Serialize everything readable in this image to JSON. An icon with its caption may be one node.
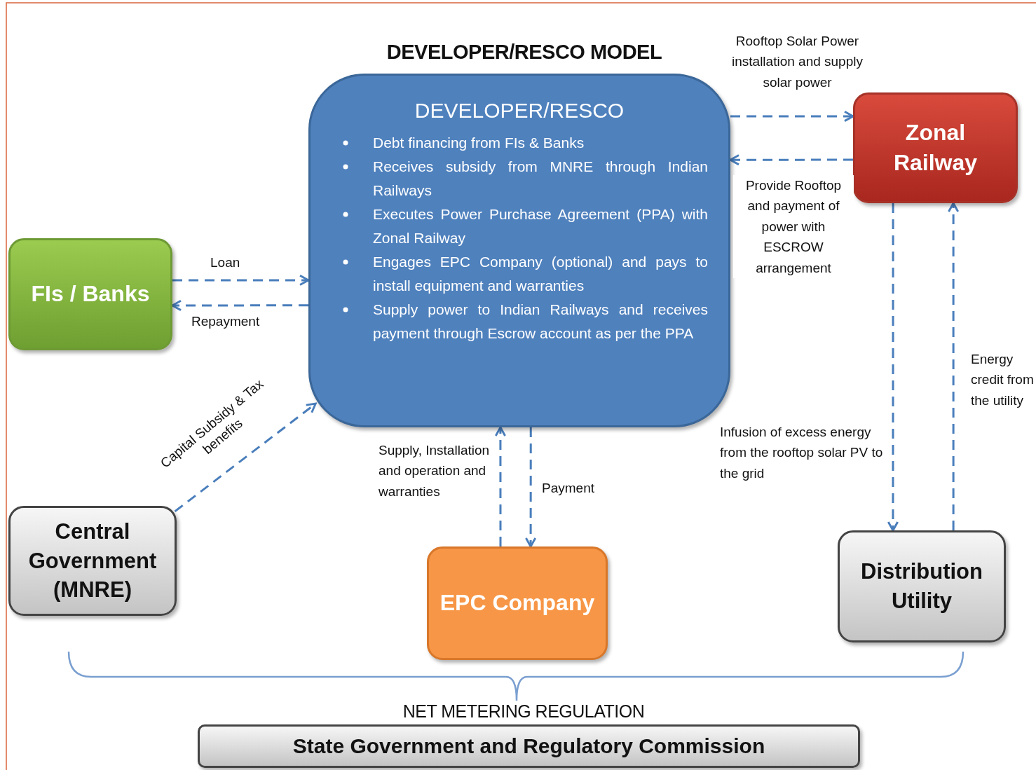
{
  "diagram": {
    "title": "DEVELOPER/RESCO MODEL",
    "nodes": [
      {
        "text": [
          "DEVELOPER/RESCO",
          "Debt financing from FIs & Banks",
          "Receives subsidy from MNRE through Indian Railways",
          "Executes Power Purchase Agreement (PPA) with Zonal Railway",
          "Engages EPC Company (optional) and pays to install equipment and warranties",
          "Supply power to Indian Railways and receives payment through Escrow account as per the PPA"
        ]
      },
      {
        "text": [
          "FIs / Banks"
        ]
      },
      {
        "text": [
          "Zonal Railway"
        ]
      },
      {
        "text": [
          "Central Government (MNRE)"
        ]
      },
      {
        "text": [
          "EPC Company"
        ]
      },
      {
        "text": [
          "Distribution Utility"
        ]
      },
      {
        "text": [
          "State Government and Regulatory Commission"
        ]
      }
    ],
    "edges": [
      {
        "from": 1,
        "to": 0,
        "arrow": "to",
        "label": "Loan",
        "style": "dashed"
      },
      {
        "from": 0,
        "to": 1,
        "arrow": "to",
        "label": "Repayment",
        "style": "dashed"
      },
      {
        "from": 3,
        "to": 0,
        "arrow": "to",
        "label": "Capital Subsidy & Tax benefits",
        "style": "dashed"
      },
      {
        "from": 0,
        "to": 2,
        "arrow": "to",
        "label": "Rooftop Solar Power installation and supply solar power",
        "style": "dashed"
      },
      {
        "from": 2,
        "to": 0,
        "arrow": "to",
        "label": "Provide Rooftop and payment of power with ESCROW arrangement",
        "style": "dashed"
      },
      {
        "from": 4,
        "to": 0,
        "arrow": "to",
        "label": "Supply, Installation and operation and warranties",
        "style": "dashed"
      },
      {
        "from": 0,
        "to": 4,
        "arrow": "to",
        "label": "Payment",
        "style": "dashed"
      },
      {
        "from": 2,
        "to": 5,
        "arrow": "to",
        "label": "Infusion of excess energy from the rooftop solar PV to the grid",
        "style": "dashed"
      },
      {
        "from": 5,
        "to": 2,
        "arrow": "to",
        "label": "Energy credit from the utility",
        "style": "dashed"
      }
    ],
    "labels": [
      "NET METERING REGULATION"
    ]
  }
}
